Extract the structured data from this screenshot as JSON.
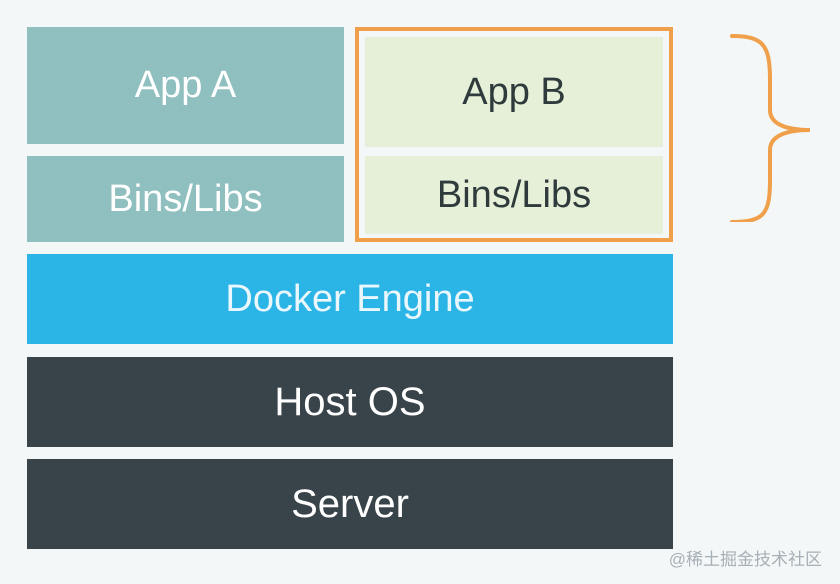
{
  "layers": {
    "app_a": "App A",
    "bins_a": "Bins/Libs",
    "app_b": "App B",
    "bins_b": "Bins/Libs",
    "docker_engine": "Docker Engine",
    "host_os": "Host OS",
    "server": "Server"
  },
  "watermark": {
    "text": "@稀土掘金技术社区"
  },
  "colors": {
    "app_a_bg": "#8fbfbf",
    "container_border": "#f0a04b",
    "container_bg": "#e6f0d8",
    "docker_bg": "#2bb5e6",
    "host_bg": "#38444a"
  }
}
